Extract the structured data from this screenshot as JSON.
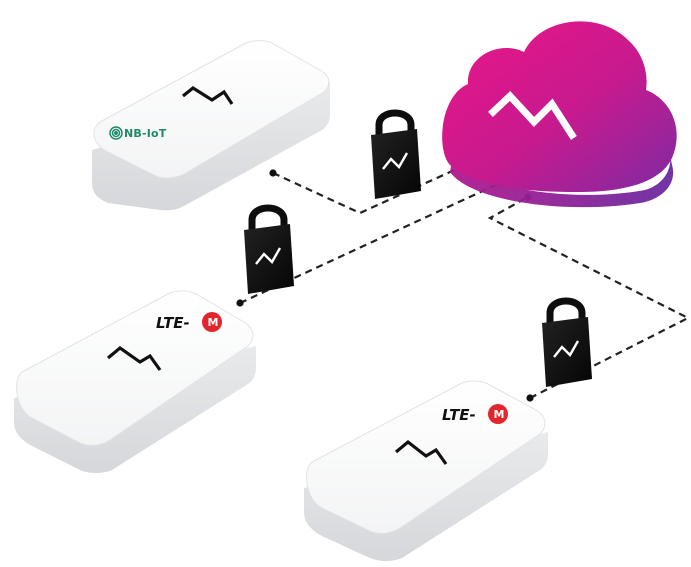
{
  "devices": [
    {
      "id": "device-nbiot",
      "label": "NB-IoT"
    },
    {
      "id": "device-ltem-left",
      "label": "LTE-",
      "badge": "M"
    },
    {
      "id": "device-ltem-right",
      "label": "LTE-",
      "badge": "M"
    }
  ],
  "colors": {
    "cloud_primary": "#e2188a",
    "cloud_secondary": "#8a2aa0",
    "nbiot_green": "#1f8a6b",
    "ltem_red": "#e3262d",
    "lock_body": "#111111",
    "link_line": "#222222"
  },
  "icons": {
    "cloud": "cloud-icon",
    "lock": "padlock-icon",
    "signal": "zigzag-signal-icon"
  }
}
